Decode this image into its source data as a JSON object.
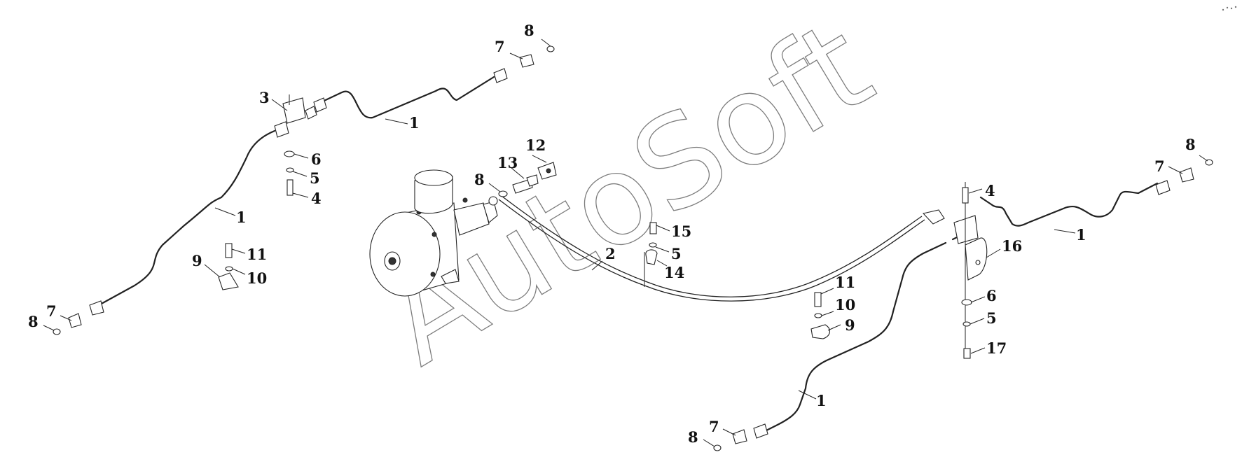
{
  "watermark": "AutoSoft",
  "callouts": [
    {
      "id": "c1a",
      "text": "1"
    },
    {
      "id": "c1b",
      "text": "1"
    },
    {
      "id": "c1c",
      "text": "1"
    },
    {
      "id": "c1d",
      "text": "1"
    },
    {
      "id": "c2",
      "text": "2"
    },
    {
      "id": "c3",
      "text": "3"
    },
    {
      "id": "c4a",
      "text": "4"
    },
    {
      "id": "c4b",
      "text": "4"
    },
    {
      "id": "c5a",
      "text": "5"
    },
    {
      "id": "c5b",
      "text": "5"
    },
    {
      "id": "c5c",
      "text": "5"
    },
    {
      "id": "c6a",
      "text": "6"
    },
    {
      "id": "c6b",
      "text": "6"
    },
    {
      "id": "c7a",
      "text": "7"
    },
    {
      "id": "c7b",
      "text": "7"
    },
    {
      "id": "c7c",
      "text": "7"
    },
    {
      "id": "c7d",
      "text": "7"
    },
    {
      "id": "c8a",
      "text": "8"
    },
    {
      "id": "c8b",
      "text": "8"
    },
    {
      "id": "c8c",
      "text": "8"
    },
    {
      "id": "c8d",
      "text": "8"
    },
    {
      "id": "c8e",
      "text": "8"
    },
    {
      "id": "c9a",
      "text": "9"
    },
    {
      "id": "c9b",
      "text": "9"
    },
    {
      "id": "c10a",
      "text": "10"
    },
    {
      "id": "c10b",
      "text": "10"
    },
    {
      "id": "c11a",
      "text": "11"
    },
    {
      "id": "c11b",
      "text": "11"
    },
    {
      "id": "c12",
      "text": "12"
    },
    {
      "id": "c13",
      "text": "13"
    },
    {
      "id": "c14",
      "text": "14"
    },
    {
      "id": "c15",
      "text": "15"
    },
    {
      "id": "c16",
      "text": "16"
    },
    {
      "id": "c17",
      "text": "17"
    }
  ]
}
